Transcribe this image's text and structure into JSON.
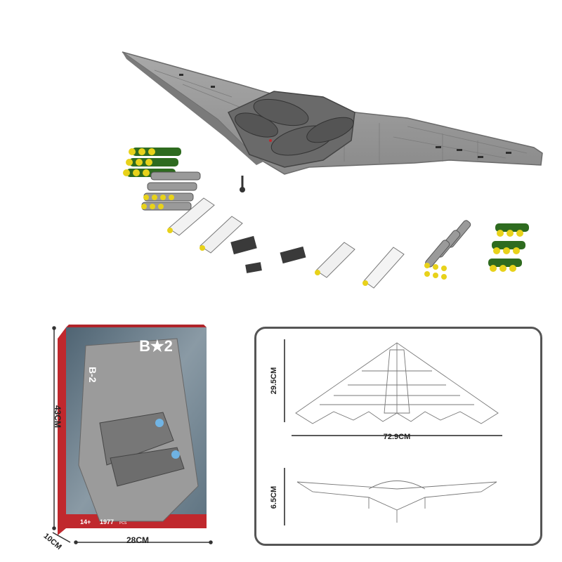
{
  "product": {
    "model_name": "B-2",
    "box_logo": "B★2",
    "box_side_text": "B-2",
    "age": "14+",
    "piece_count": "1977",
    "piece_unit": "PCS"
  },
  "dimensions": {
    "box_height": "43CM",
    "box_width": "28CM",
    "box_depth": "10CM",
    "model_length": "29.5CM",
    "model_wingspan": "72.9CM",
    "model_height": "6.5CM"
  },
  "colors": {
    "model_gray": "#8e8e8e",
    "model_dark": "#4a4a4a",
    "munition_green": "#2e6b1f",
    "munition_yellow": "#e8d21a",
    "box_sky": "#5d7280",
    "box_red": "#c0282d",
    "diagram_border": "#555555"
  }
}
